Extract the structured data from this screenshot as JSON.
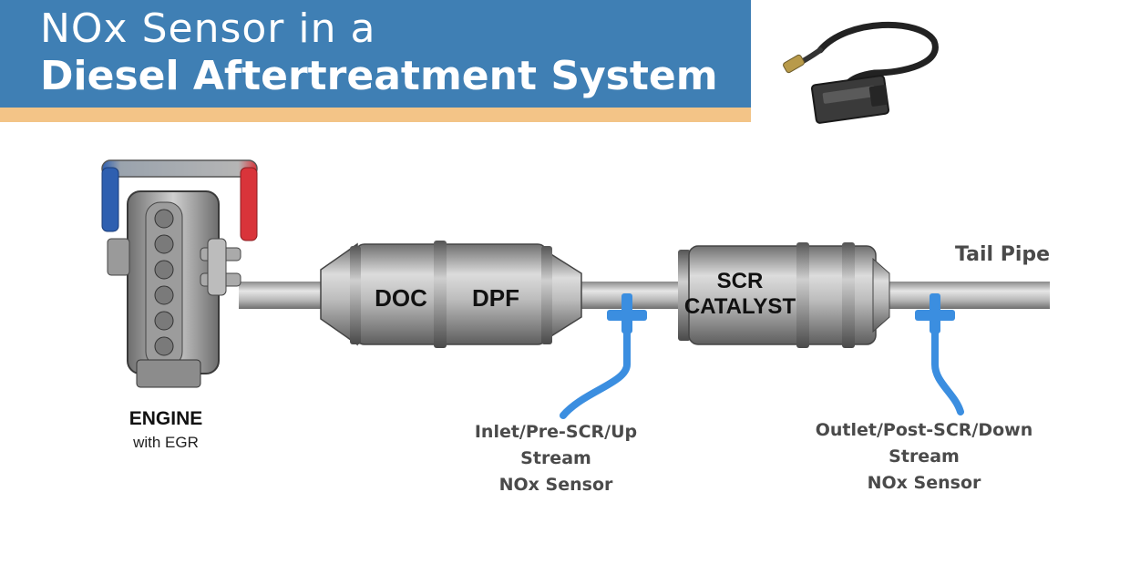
{
  "title": {
    "line1": "NOx Sensor in a",
    "line2": "Diesel Aftertreatment System"
  },
  "components": {
    "engine": {
      "label": "ENGINE",
      "sublabel": "with EGR"
    },
    "doc": "DOC",
    "dpf": "DPF",
    "scr_line1": "SCR",
    "scr_line2": "CATALYST",
    "tail_pipe": "Tail Pipe"
  },
  "sensors": {
    "inlet": {
      "line1": "Inlet/Pre-SCR/Up",
      "line2": "Stream",
      "line3": "NOx Sensor"
    },
    "outlet": {
      "line1": "Outlet/Post-SCR/Down",
      "line2": "Stream",
      "line3": "NOx Sensor"
    }
  },
  "colors": {
    "banner": "#3f7fb4",
    "stripe": "#f3c487",
    "sensor_wire": "#3b8ee0",
    "egr_hot": "#d9343a",
    "egr_cool": "#2e5fb0"
  }
}
